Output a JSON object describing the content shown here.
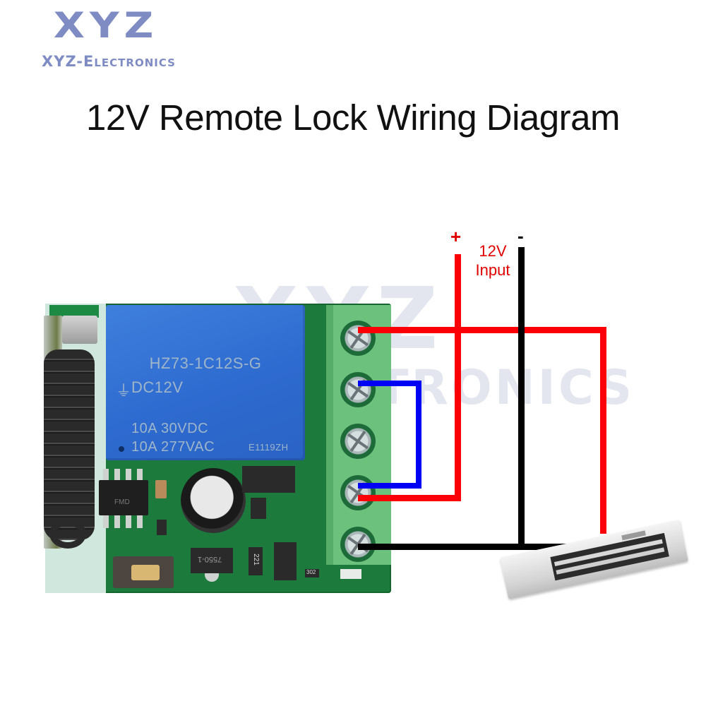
{
  "brand": {
    "logo_big": "XYZ",
    "logo_small": "XYZ-Electronics",
    "color": "#7f8cc4"
  },
  "title": "12V Remote Lock Wiring Diagram",
  "watermark": {
    "line1": "XYZ",
    "line2": "ELECTRONICS"
  },
  "relay": {
    "model": "HZ73-1C12S-G",
    "coil": "DC12V",
    "rating_dc": "10A 30VDC",
    "rating_ac": "10A 277VAC",
    "code": "E1119ZH"
  },
  "pcb": {
    "ic_label": "FMD",
    "regulator_label": "7550-1",
    "inductor_label": "221",
    "resistor_label": "302"
  },
  "power_input": {
    "plus_label": "+",
    "minus_label": "-",
    "label_line1": "12V",
    "label_line2": "Input"
  },
  "wire_colors": {
    "positive": "#fb0007",
    "jumper": "#0000f5",
    "negative": "#000000"
  },
  "terminal_block": {
    "count": 5,
    "connections": [
      {
        "terminal": 1,
        "wire": "red",
        "to": "lock +"
      },
      {
        "terminal": 2,
        "wire": "blue",
        "to": "terminal 4 (jumper)"
      },
      {
        "terminal": 3,
        "wire": "none",
        "to": ""
      },
      {
        "terminal": 4,
        "wire": "red",
        "to": "12V +"
      },
      {
        "terminal": 5,
        "wire": "black",
        "to": "12V - / lock -"
      }
    ]
  },
  "device": "magnetic-lock"
}
